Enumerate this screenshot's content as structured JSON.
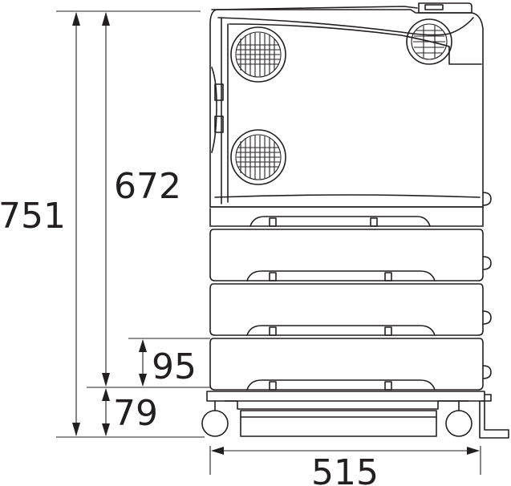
{
  "dimensions": {
    "total_height": "751",
    "body_height": "672",
    "tray_height": "95",
    "base_height": "79",
    "width": "515"
  },
  "components": {
    "printer_body": "printer-main-unit",
    "tray_count": 3,
    "base": "caster-base"
  }
}
